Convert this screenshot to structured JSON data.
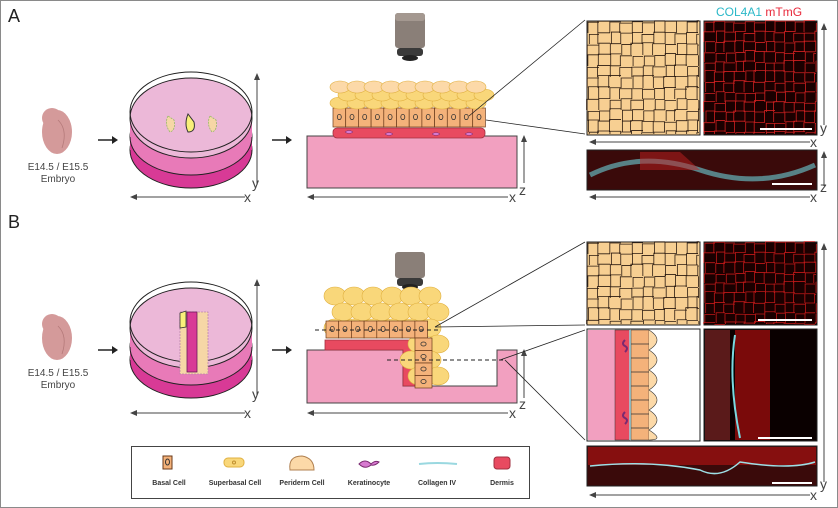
{
  "figure": {
    "panels": [
      {
        "id": "A",
        "label": "A",
        "embryo_label_line1": "E14.5 / E15.5",
        "embryo_label_line2": "Embryo",
        "dish_axes": {
          "horizontal": "x",
          "vertical": "y"
        },
        "model_axes": {
          "horizontal": "x",
          "vertical": "z"
        },
        "image_axes_top": {
          "horizontal": "x",
          "vertical": "y"
        },
        "image_axes_bottom": {
          "horizontal": "x",
          "vertical": "z"
        }
      },
      {
        "id": "B",
        "label": "B",
        "embryo_label_line1": "E14.5 / E15.5",
        "embryo_label_line2": "Embryo",
        "dish_axes": {
          "horizontal": "x",
          "vertical": "y"
        },
        "model_axes": {
          "horizontal": "x",
          "vertical": "z"
        },
        "image_axes_right": {
          "horizontal": "x",
          "vertical": "y"
        }
      }
    ],
    "stain_labels": {
      "cyan": "COL4A1",
      "red": "mTmG",
      "cyan_color": "#2ab8c8",
      "red_color": "#e8283a"
    },
    "legend": [
      {
        "label": "Basal Cell",
        "icon": "basal-cell-icon"
      },
      {
        "label": "Superbasal Cell",
        "icon": "superbasal-cell-icon"
      },
      {
        "label": "Periderm Cell",
        "icon": "periderm-cell-icon"
      },
      {
        "label": "Keratinocyte",
        "icon": "keratinocyte-icon"
      },
      {
        "label": "Collagen IV",
        "icon": "collagen-iv-icon"
      },
      {
        "label": "Dermis",
        "icon": "dermis-icon"
      }
    ],
    "colors": {
      "basal": "#f4b27a",
      "superbasal": "#f9d77a",
      "periderm": "#fcd9a8",
      "keratinocyte": "#d77ad0",
      "collagen": "#9ad8e0",
      "dermis": "#e84a60",
      "substrate": "#f2a0c0",
      "dish_top": "#ecb8d8",
      "dish_side": "#d83a96",
      "embryo": "#d49a9a"
    }
  }
}
